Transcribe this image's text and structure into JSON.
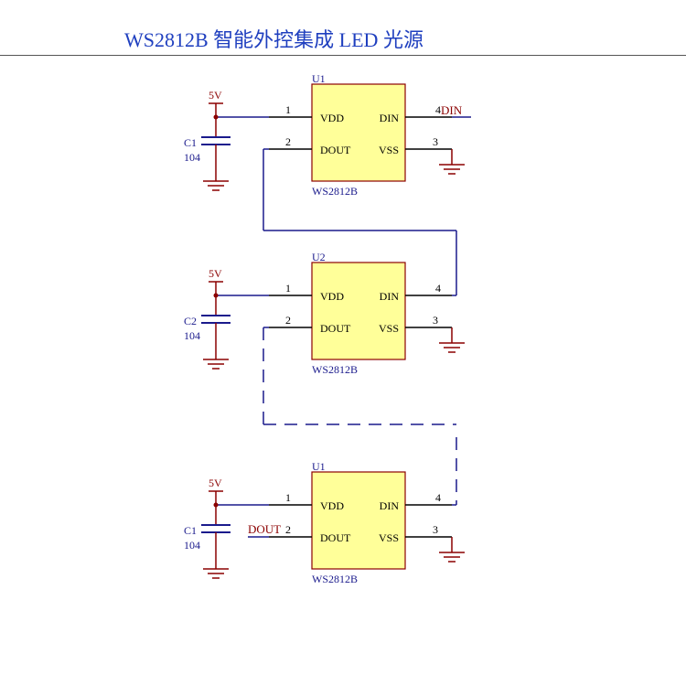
{
  "header": {
    "title": "WS2812B 智能外控集成 LED 光源"
  },
  "colors": {
    "wire": "#1a1a8c",
    "component": "#8b0000",
    "chip_fill": "#ffff99",
    "label": "#1a1a8c",
    "net": "#8b0000"
  },
  "stages": [
    {
      "ref": "U1",
      "part": "WS2812B",
      "pins": {
        "vdd": "VDD",
        "dout": "DOUT",
        "din": "DIN",
        "vss": "VSS"
      },
      "pin_numbers": {
        "p1": "1",
        "p2": "2",
        "p3": "3",
        "p4": "4"
      },
      "power": "5V",
      "cap_ref": "C1",
      "cap_value": "104",
      "din_net": "DIN",
      "dout_net": ""
    },
    {
      "ref": "U2",
      "part": "WS2812B",
      "pins": {
        "vdd": "VDD",
        "dout": "DOUT",
        "din": "DIN",
        "vss": "VSS"
      },
      "pin_numbers": {
        "p1": "1",
        "p2": "2",
        "p3": "3",
        "p4": "4"
      },
      "power": "5V",
      "cap_ref": "C2",
      "cap_value": "104",
      "din_net": "",
      "dout_net": ""
    },
    {
      "ref": "U1",
      "part": "WS2812B",
      "pins": {
        "vdd": "VDD",
        "dout": "DOUT",
        "din": "DIN",
        "vss": "VSS"
      },
      "pin_numbers": {
        "p1": "1",
        "p2": "2",
        "p3": "3",
        "p4": "4"
      },
      "power": "5V",
      "cap_ref": "C1",
      "cap_value": "104",
      "din_net": "",
      "dout_net": "DOUT"
    }
  ]
}
